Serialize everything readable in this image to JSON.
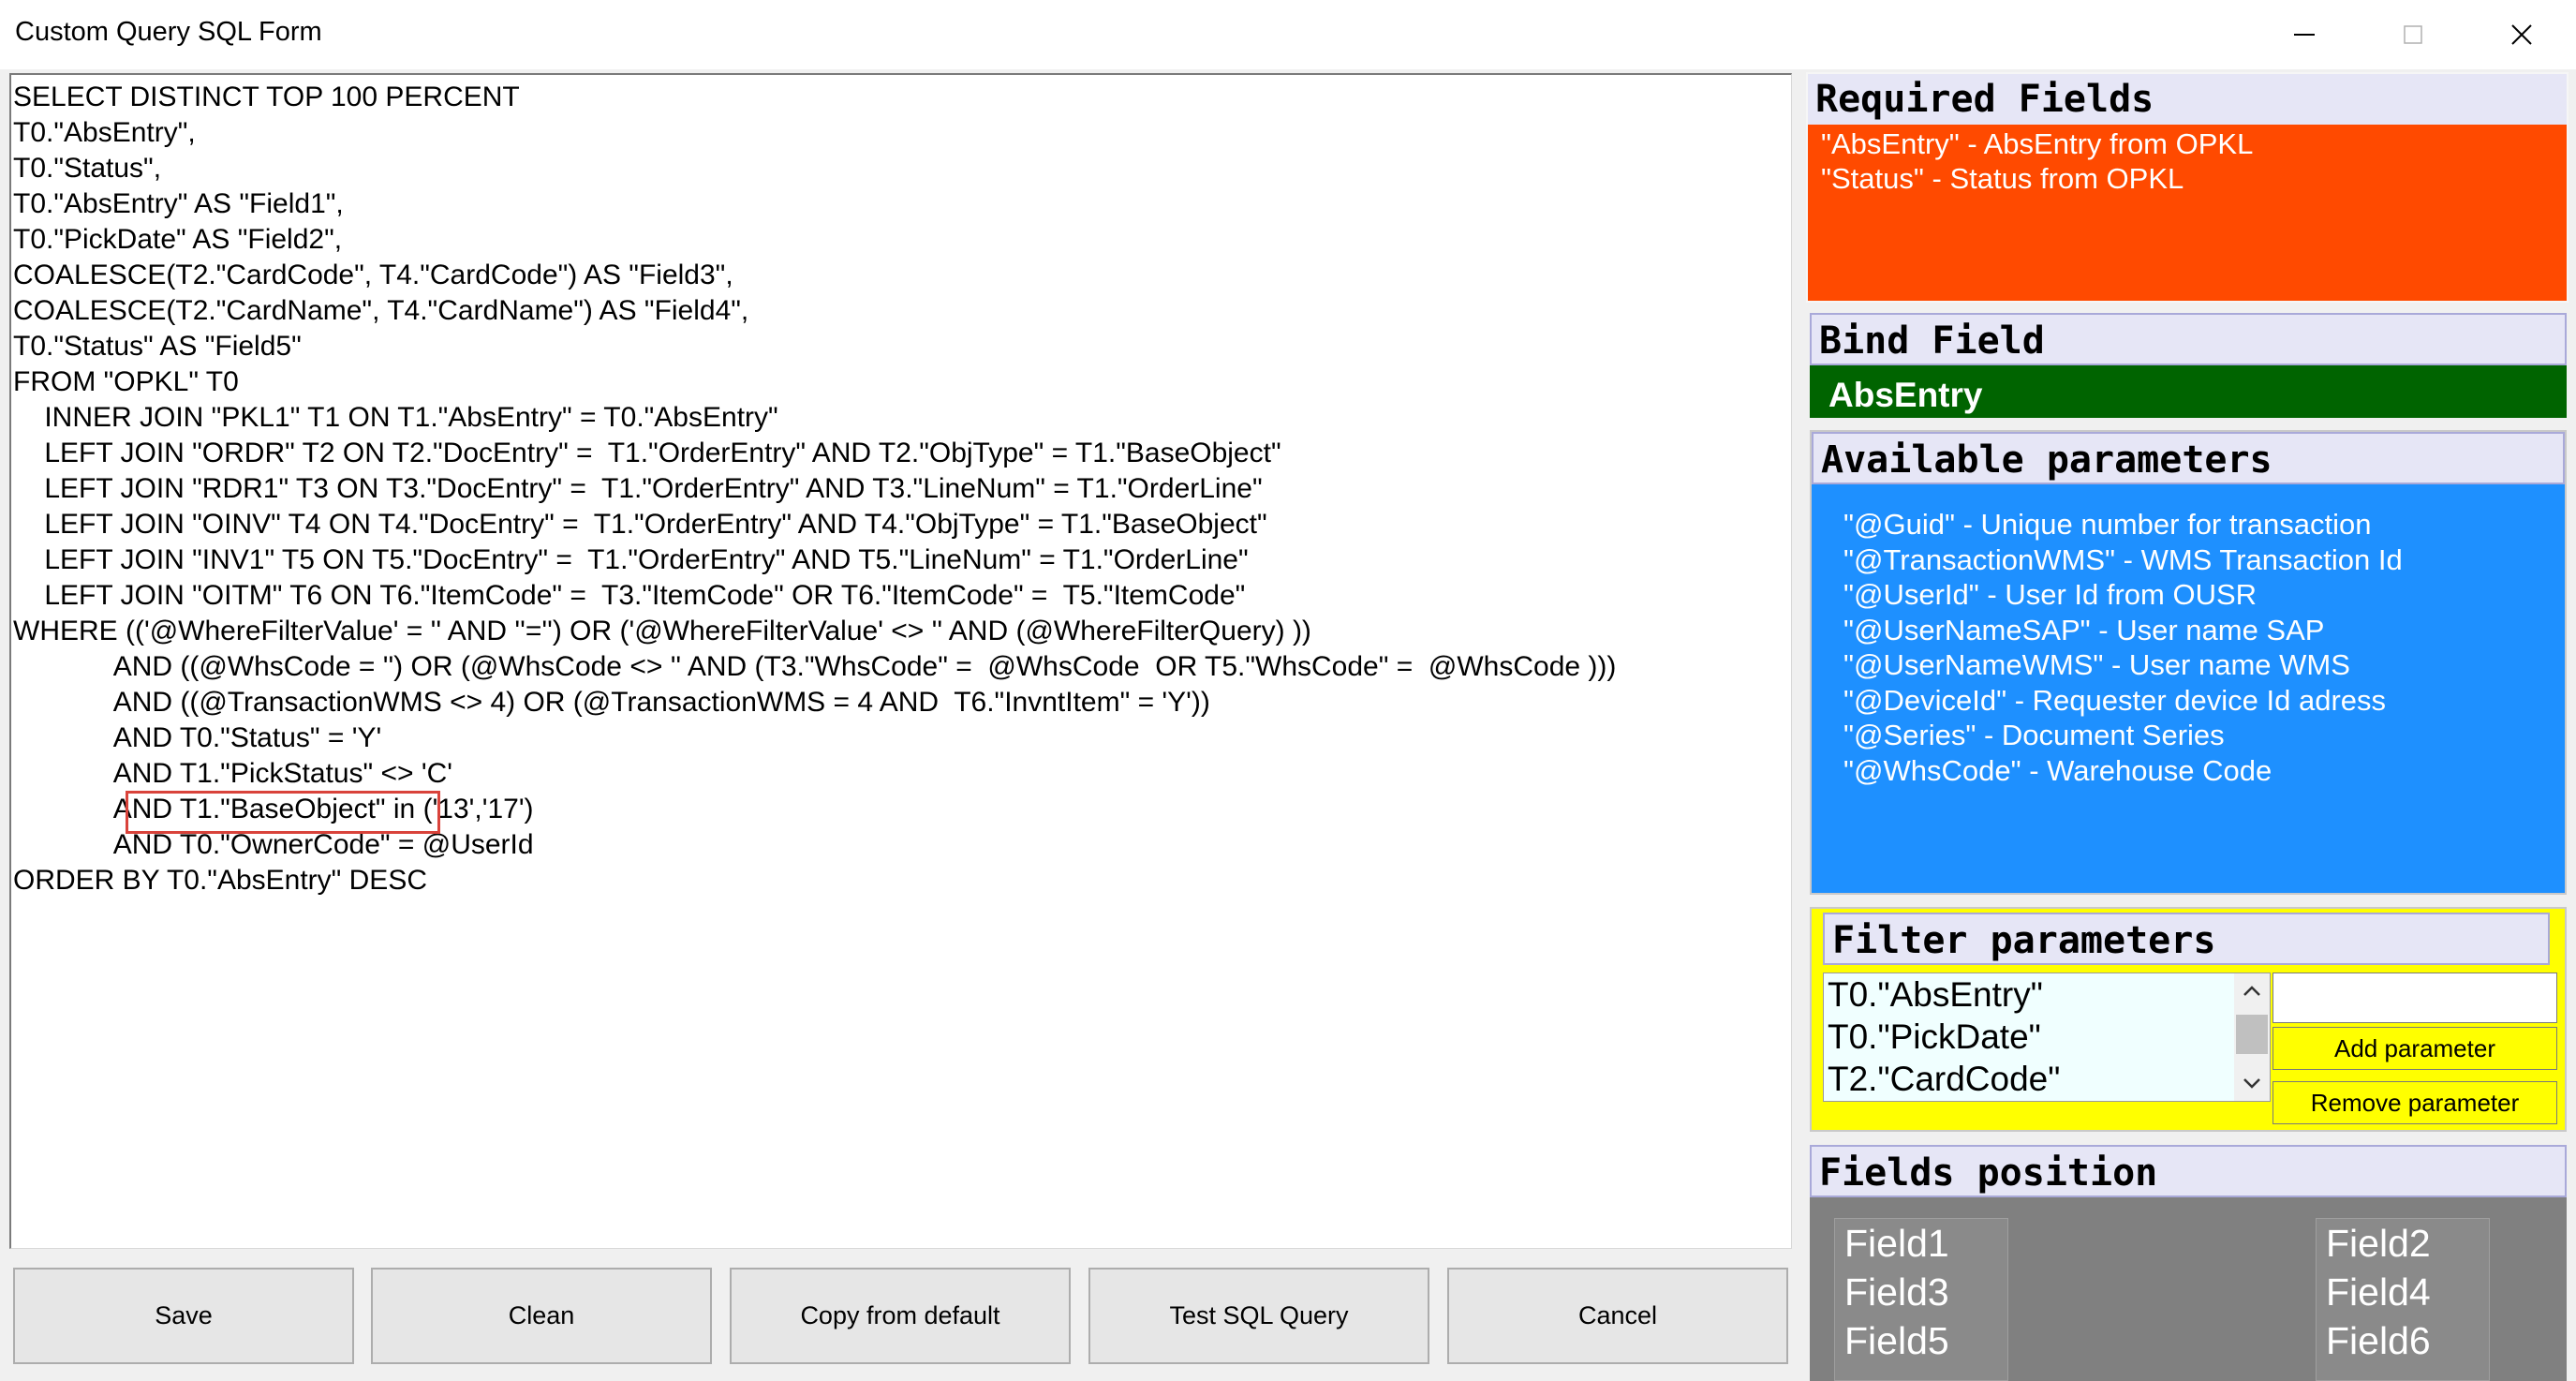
{
  "window": {
    "title": "Custom Query SQL Form",
    "minimize_icon": "minimize-icon",
    "maximize_icon": "maximize-icon",
    "close_icon": "close-icon"
  },
  "sql_lines": [
    "SELECT DISTINCT TOP 100 PERCENT",
    "T0.\"AbsEntry\",",
    "T0.\"Status\",",
    "T0.\"AbsEntry\" AS \"Field1\",",
    "T0.\"PickDate\" AS \"Field2\",",
    "COALESCE(T2.\"CardCode\", T4.\"CardCode\") AS \"Field3\",",
    "COALESCE(T2.\"CardName\", T4.\"CardName\") AS \"Field4\",",
    "T0.\"Status\" AS \"Field5\"",
    "FROM \"OPKL\" T0",
    "    INNER JOIN \"PKL1\" T1 ON T1.\"AbsEntry\" = T0.\"AbsEntry\"",
    "    LEFT JOIN \"ORDR\" T2 ON T2.\"DocEntry\" =  T1.\"OrderEntry\" AND T2.\"ObjType\" = T1.\"BaseObject\"",
    "    LEFT JOIN \"RDR1\" T3 ON T3.\"DocEntry\" =  T1.\"OrderEntry\" AND T3.\"LineNum\" = T1.\"OrderLine\"",
    "    LEFT JOIN \"OINV\" T4 ON T4.\"DocEntry\" =  T1.\"OrderEntry\" AND T4.\"ObjType\" = T1.\"BaseObject\"",
    "    LEFT JOIN \"INV1\" T5 ON T5.\"DocEntry\" =  T1.\"OrderEntry\" AND T5.\"LineNum\" = T1.\"OrderLine\"",
    "    LEFT JOIN \"OITM\" T6 ON T6.\"ItemCode\" =  T3.\"ItemCode\" OR T6.\"ItemCode\" =  T5.\"ItemCode\"",
    "WHERE (('@WhereFilterValue' = '' AND ''='') OR ('@WhereFilterValue' <> '' AND (@WhereFilterQuery) ))",
    "             AND ((@WhsCode = '') OR (@WhsCode <> '' AND (T3.\"WhsCode\" =  @WhsCode  OR T5.\"WhsCode\" =  @WhsCode )))",
    "             AND ((@TransactionWMS <> 4) OR (@TransactionWMS = 4 AND  T6.\"InvntItem\" = 'Y'))",
    "             AND T0.\"Status\" = 'Y'",
    "             AND T1.\"PickStatus\" <> 'C'",
    "             AND T1.\"BaseObject\" in ('13','17')",
    "             AND T0.\"OwnerCode\" = @UserId",
    "ORDER BY T0.\"AbsEntry\" DESC"
  ],
  "buttons": {
    "save": "Save",
    "clean": "Clean",
    "copy_default": "Copy from default",
    "test_sql": "Test SQL Query",
    "cancel": "Cancel"
  },
  "required_fields": {
    "title": "Required Fields",
    "items": [
      "\"AbsEntry\" - AbsEntry from OPKL",
      "\"Status\" - Status from OPKL"
    ]
  },
  "bind_field": {
    "title": "Bind Field",
    "value": "AbsEntry"
  },
  "available_parameters": {
    "title": "Available parameters",
    "items": [
      "\"@Guid\" - Unique number for transaction",
      "\"@TransactionWMS\" - WMS Transaction Id",
      "\"@UserId\" - User Id from OUSR",
      "\"@UserNameSAP\" - User name SAP",
      "\"@UserNameWMS\" - User name WMS",
      "\"@DeviceId\" - Requester device Id adress",
      "\"@Series\" - Document Series",
      "\"@WhsCode\" - Warehouse Code"
    ]
  },
  "filter_parameters": {
    "title": "Filter parameters",
    "items": [
      "T0.\"AbsEntry\"",
      "T0.\"PickDate\"",
      "T2.\"CardCode\""
    ],
    "input_value": "",
    "add_label": "Add parameter",
    "remove_label": "Remove parameter"
  },
  "fields_position": {
    "title": "Fields position",
    "left_column": [
      "Field1",
      "Field3",
      "Field5"
    ],
    "right_column": [
      "Field2",
      "Field4",
      "Field6"
    ]
  },
  "colors": {
    "required_bg": "#ff4a00",
    "bind_bg": "#006400",
    "available_bg": "#1e90ff",
    "filter_bg": "#ffff00",
    "fields_bg": "#808080",
    "highlight": "#d9433b"
  }
}
